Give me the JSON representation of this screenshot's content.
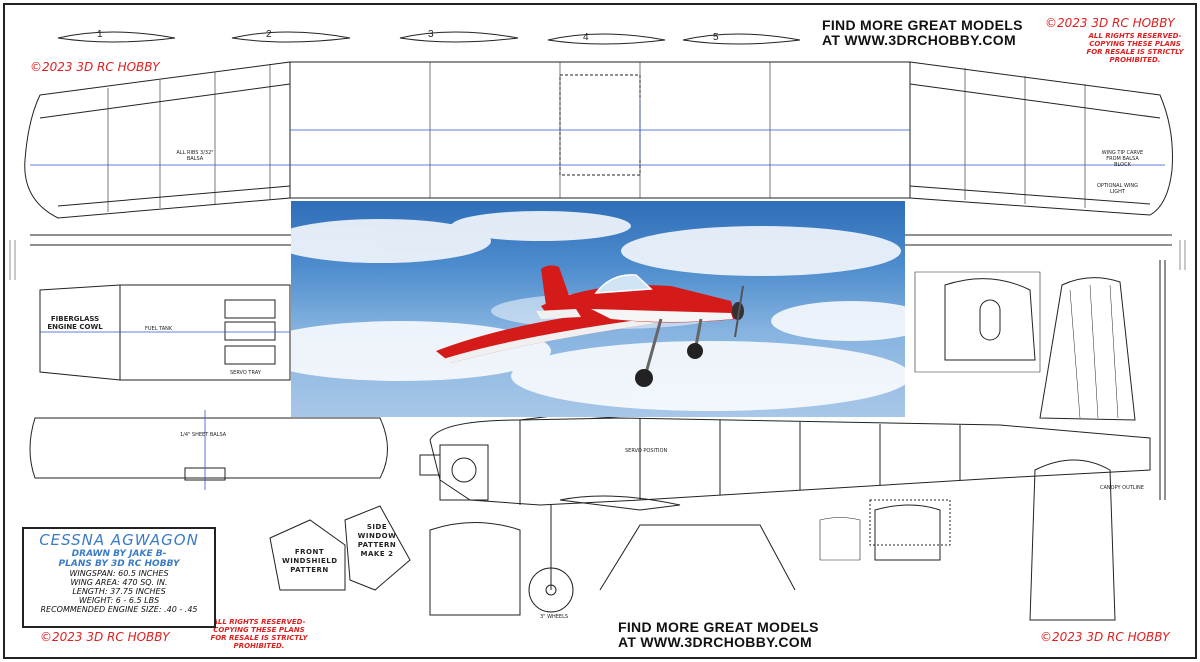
{
  "header": {
    "promo_line1": "FIND MORE GREAT MODELS",
    "promo_line2": "AT WWW.3DRCHOBBY.COM"
  },
  "copyright": {
    "top_left": "©2023 3D RC HOBBY",
    "top_right": "©2023 3D RC HOBBY",
    "bottom_left": "©2023 3D RC HOBBY",
    "bottom_right": "©2023 3D RC HOBBY"
  },
  "rights_notice": [
    "ALL RIGHTS RESERVED-",
    "COPYING THESE PLANS",
    "FOR RESALE IS STRICTLY",
    "PROHIBITED."
  ],
  "ribs": [
    "1",
    "2",
    "3",
    "4",
    "5"
  ],
  "title_block": {
    "title": "CESSNA AGWAGON",
    "drawn_by": "DRAWN BY JAKE B-",
    "plans_by": "PLANS BY 3D RC HOBBY",
    "wingspan": "WINGSPAN: 60.5 INCHES",
    "wing_area": "WING AREA: 470 SQ. IN.",
    "length": "LENGTH: 37.75 INCHES",
    "weight": "WEIGHT: 6 - 6.5 LBS",
    "engine": "RECOMMENDED ENGINE SIZE: .40 - .45"
  },
  "patterns": {
    "front": [
      "FRONT",
      "WINDSHIELD",
      "PATTERN"
    ],
    "side": [
      "SIDE",
      "WINDOW",
      "PATTERN",
      "MAKE 2"
    ]
  },
  "labels": {
    "balsa_1_4": "1/4\" SHEET BALSA",
    "fiberglass": [
      "FIBERGLASS",
      "ENGINE COWL"
    ],
    "fuel_tank": "FUEL TANK",
    "servo_tray": "SERVO TRAY",
    "canopy": "CANOPY OUTLINE",
    "servo_position": "SERVO POSITION",
    "wheel": "3\" WHEELS",
    "optional_tip": "OPTIONAL WING LIGHT",
    "all_ribs": "ALL RIBS 3/32\" BALSA",
    "wingtip": "WING TIP CARVE FROM BALSA BLOCK"
  }
}
